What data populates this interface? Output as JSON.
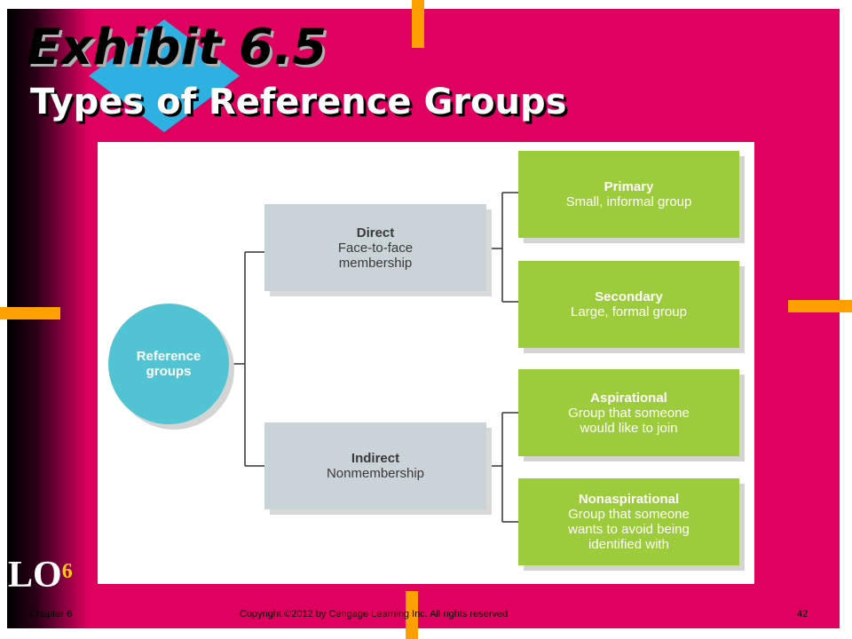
{
  "slide": {
    "title": "Exhibit 6.5",
    "subtitle": "Types of Reference Groups",
    "lo_label": "LO",
    "lo_number": "6"
  },
  "diagram": {
    "root": {
      "line1": "Reference",
      "line2": "groups"
    },
    "direct": {
      "title": "Direct",
      "line1": "Face-to-face",
      "line2": "membership"
    },
    "indirect": {
      "title": "Indirect",
      "line1": "Nonmembership"
    },
    "primary": {
      "title": "Primary",
      "line1": "Small, informal group"
    },
    "secondary": {
      "title": "Secondary",
      "line1": "Large, formal group"
    },
    "aspirational": {
      "title": "Aspirational",
      "line1": "Group that someone",
      "line2": "would like to join"
    },
    "nonaspirational": {
      "title": "Nonaspirational",
      "line1": "Group that someone",
      "line2": "wants to avoid being",
      "line3": "identified with"
    }
  },
  "footer": {
    "chapter": "Chapter 6",
    "copyright": "Copyright ©2012 by Cengage Learning Inc. All rights reserved",
    "page": "42"
  },
  "colors": {
    "background": "#e0005f",
    "accent": "#ffa000",
    "diamond": "#2eb1e0",
    "root_circle": "#52c3d2",
    "gray_box": "#c9d3d8",
    "green_box": "#9ccb3b"
  }
}
